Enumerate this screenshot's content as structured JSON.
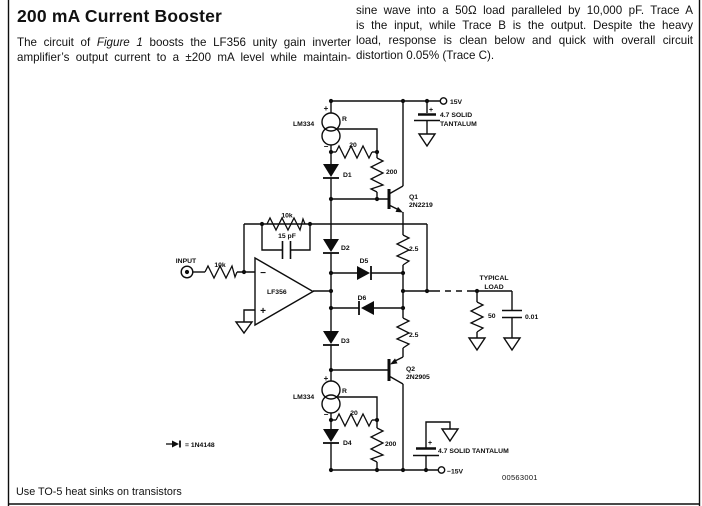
{
  "page": {
    "title": "200 mA Current Booster",
    "para_left": {
      "pre": "The circuit of ",
      "fig": "Figure 1",
      "post": " boosts the LF356 unity gain inverter",
      "line2": "amplifier’s output current to a ±200 mA level while maintain-"
    },
    "para_right_lines": [
      "sine wave into a 50Ω load paralleled by 10,000 pF. Trace A",
      "is the input, while Trace B is the output. Despite the heavy",
      "load, response is clean below and quick with overall circuit",
      "distortion 0.05% (Trace C)."
    ],
    "footnote": "Use TO-5 heat sinks on transistors",
    "figure_code": "00563001"
  },
  "schematic": {
    "vplus": "15V",
    "vminus": "−15V",
    "cap_top_1": "4.7 SOLID",
    "cap_top_2": "TANTALUM",
    "cap_top_plus": "+",
    "cap_bot": "4.7 SOLID TANTALUM",
    "cap_bot_plus": "+",
    "cs_top": {
      "name": "LM334",
      "r": "R",
      "plus": "+",
      "minus": "−"
    },
    "cs_bot": {
      "name": "LM334",
      "r": "R",
      "plus": "+",
      "minus": "−"
    },
    "r20_top": "20",
    "r200_top": "200",
    "r20_bot": "20",
    "r200_bot": "200",
    "d1": "D1",
    "d2": "D2",
    "d3": "D3",
    "d4": "D4",
    "d5": "D5",
    "d6": "D6",
    "q1": "Q1",
    "q1_part": "2N2219",
    "q2": "Q2",
    "q2_part": "2N2905",
    "r25_top": "2.5",
    "r25_bot": "2.5",
    "input": "INPUT",
    "r_in": "10k",
    "r_fb": "10k",
    "c_fb": "15 pF",
    "amp": "LF356",
    "amp_minus": "−",
    "amp_plus": "+",
    "load_1": "TYPICAL",
    "load_2": "LOAD",
    "r_load": "50",
    "c_load": "0.01",
    "note": "= 1N4148"
  }
}
